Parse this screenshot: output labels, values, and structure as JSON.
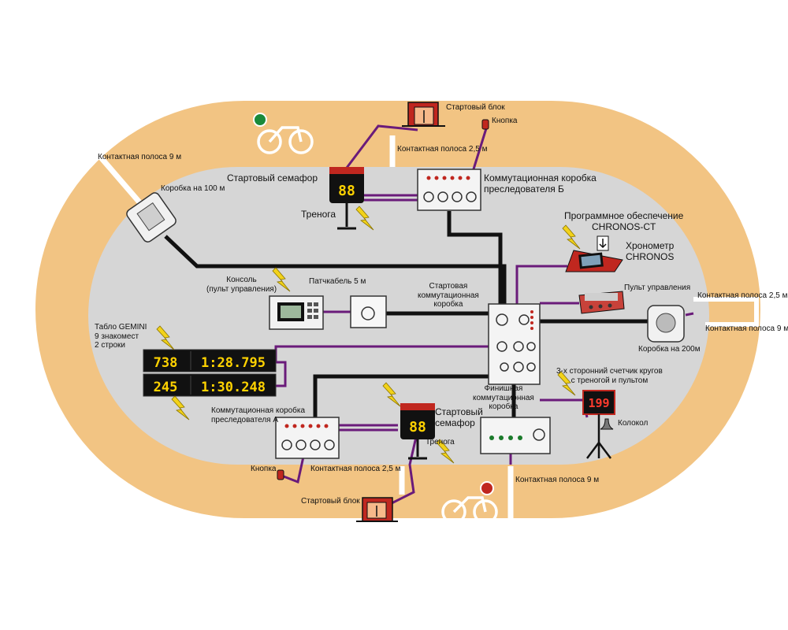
{
  "labels": {
    "start_block_top": "Стартовый блок",
    "button_top": "Кнопка",
    "contact_strip_25_top": "Контактная полоса 2,5 м",
    "contact_strip_9_left": "Контактная полоса 9 м",
    "box_100m": "Коробка на 100 м",
    "start_semaphore_top": "Стартовый семафор",
    "tripod_top": "Тренога",
    "pursuer_box_b_line1": "Коммутационная коробка",
    "pursuer_box_b_line2": "преследователя Б",
    "software_line1": "Программное обеспечение",
    "software_line2": "CHRONOS-CT",
    "chronometer_line1": "Хронометр",
    "chronometer_line2": "CHRONOS",
    "console_line1": "Консоль",
    "console_line2": "(пульт управления)",
    "patch_cable": "Патчкабель 5 м",
    "start_box_line1": "Стартовая",
    "start_box_line2": "коммутационная",
    "start_box_line3": "коробка",
    "control_panel": "Пульт управления",
    "contact_strip_25_right": "Контактная полоса 2,5 м",
    "contact_strip_9_right": "Контактная полоса 9 м",
    "box_200m": "Коробка на 200м",
    "gemini_line1": "Табло GEMINI",
    "gemini_line2": "9 знакомест",
    "gemini_line3": "2 строки",
    "lap_counter_line1": "3-х сторонний счетчик кругов",
    "lap_counter_line2": "с треногой и пультом",
    "finish_box_line1": "Финишная",
    "finish_box_line2": "коммутационная",
    "finish_box_line3": "коробка",
    "bell": "Колокол",
    "pursuer_box_a_line1": "Коммутационная коробка",
    "pursuer_box_a_line2": "преследователя А",
    "start_semaphore_bottom": "Стартовый",
    "start_semaphore_bottom2": "семафор",
    "tripod_bottom": "Тренога",
    "button_bottom": "Кнопка",
    "contact_strip_25_bottom": "Контактная полоса 2,5 м",
    "contact_strip_9_bottom": "Контактная полоса 9 м",
    "start_block_bottom": "Стартовый блок"
  },
  "displays": {
    "semaphore_top": "88",
    "semaphore_bottom": "88",
    "lap_counter": "199",
    "gemini_row1_a": "738",
    "gemini_row1_b": "1:28.795",
    "gemini_row2_a": "245",
    "gemini_row2_b": "1:30.248"
  },
  "colors": {
    "track": "#f2c483",
    "infield": "#d6d6d6",
    "cable_black": "#111111",
    "cable_purple": "#6a1b7a",
    "lightning": "#f2d21a",
    "device_red": "#c0271f",
    "led_yellow": "#ffd200"
  },
  "icons": [
    "cyclist-icon",
    "lightning-icon",
    "start-block-icon",
    "button-icon",
    "tripod-icon",
    "bell-icon"
  ]
}
